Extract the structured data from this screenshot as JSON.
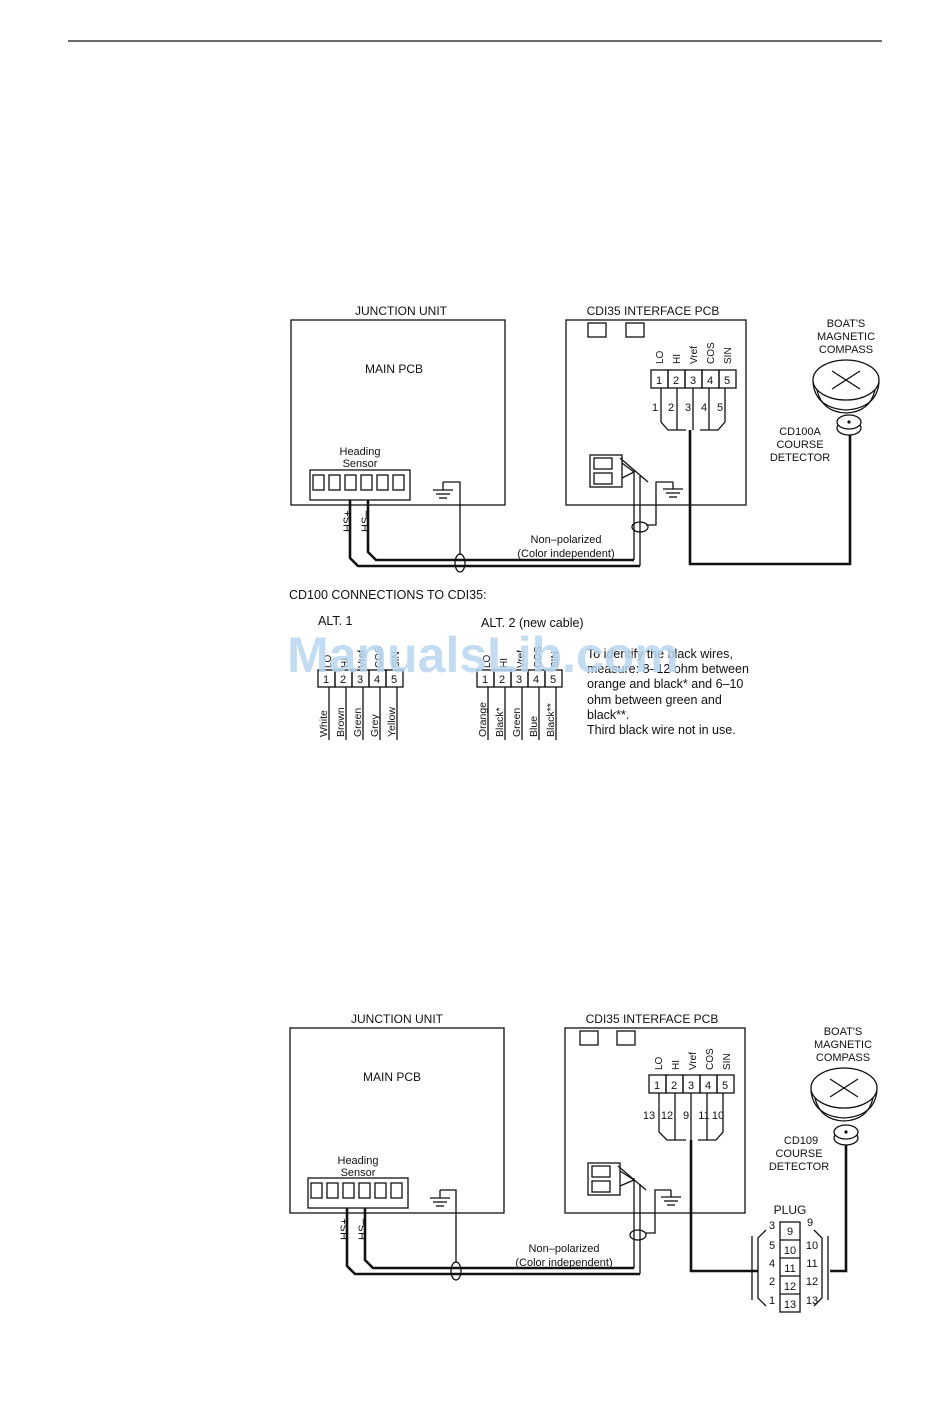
{
  "diagram1": {
    "junction_title": "JUNCTION UNIT",
    "main_pcb": "MAIN PCB",
    "heading_sensor": [
      "Heading",
      "Sensor"
    ],
    "hs_plus": "HS+",
    "hs_minus": "HS–",
    "cdi_title": "CDI35 INTERFACE PCB",
    "terminal_labels": [
      "LO",
      "HI",
      "Vref",
      "COS",
      "SIN"
    ],
    "terminal_numbers": [
      "1",
      "2",
      "3",
      "4",
      "5"
    ],
    "wire_numbers": [
      "1",
      "2",
      "3",
      "4",
      "5"
    ],
    "compass": [
      "BOAT'S",
      "MAGNETIC",
      "COMPASS"
    ],
    "detector": [
      "CD100A",
      "COURSE",
      "DETECTOR"
    ],
    "cable_note": [
      "Non–polarized",
      "(Color independent)"
    ]
  },
  "connections": {
    "title": "CD100 CONNECTIONS TO CDI35:",
    "alt1": {
      "title": "ALT. 1",
      "labels": [
        "LO",
        "HI",
        "Vref",
        "COS",
        "SIN"
      ],
      "numbers": [
        "1",
        "2",
        "3",
        "4",
        "5"
      ],
      "wires": [
        "White",
        "Brown",
        "Green",
        "Grey",
        "Yellow"
      ]
    },
    "alt2": {
      "title": "ALT. 2 (new cable)",
      "labels": [
        "LO",
        "HI",
        "Vref",
        "COS",
        "SIN"
      ],
      "numbers": [
        "1",
        "2",
        "3",
        "4",
        "5"
      ],
      "wires": [
        "Orange",
        "Black*",
        "Green",
        "Blue",
        "Black**"
      ]
    },
    "note_lines": [
      "To identify the black wires,",
      "measure: 8–12 ohm between",
      "orange and black* and 6–10",
      "ohm between green and",
      "black**.",
      "Third black wire not in use."
    ]
  },
  "watermark": "ManualsLib.com",
  "diagram2": {
    "junction_title": "JUNCTION UNIT",
    "main_pcb": "MAIN PCB",
    "heading_sensor": [
      "Heading",
      "Sensor"
    ],
    "hs_plus": "HS+",
    "hs_minus": "HS–",
    "cdi_title": "CDI35 INTERFACE PCB",
    "terminal_labels": [
      "LO",
      "HI",
      "Vref",
      "COS",
      "SIN"
    ],
    "terminal_numbers": [
      "1",
      "2",
      "3",
      "4",
      "5"
    ],
    "wire_numbers": [
      "13",
      "12",
      "9",
      "11",
      "10"
    ],
    "compass": [
      "BOAT'S",
      "MAGNETIC",
      "COMPASS"
    ],
    "detector": [
      "CD109",
      "COURSE",
      "DETECTOR"
    ],
    "cable_note": [
      "Non–polarized",
      "(Color independent)"
    ],
    "plug": {
      "title": "PLUG",
      "left_numbers": [
        "3",
        "5",
        "4",
        "2",
        "1"
      ],
      "center_numbers": [
        "9",
        "10",
        "11",
        "12",
        "13"
      ],
      "right_numbers": [
        "9",
        "10",
        "11",
        "12",
        "13"
      ]
    }
  }
}
